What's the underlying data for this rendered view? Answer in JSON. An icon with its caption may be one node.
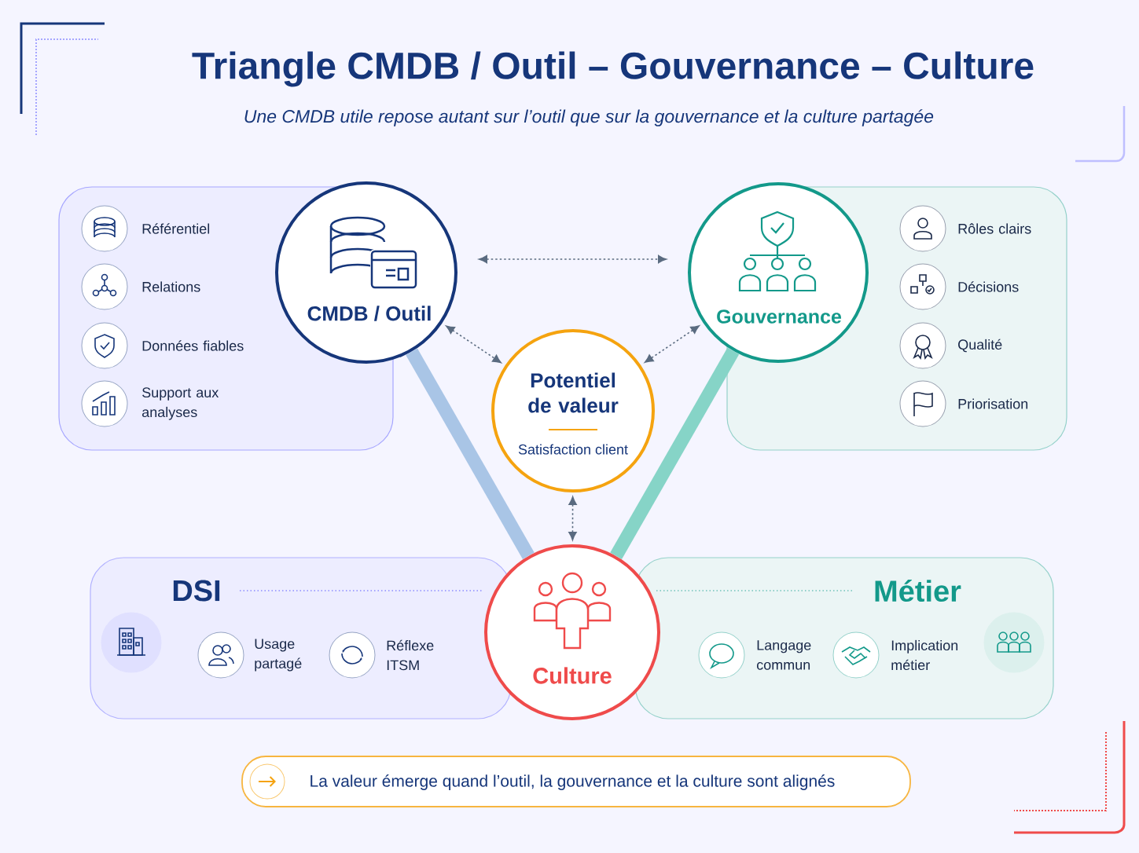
{
  "diagram": {
    "title": "Triangle CMDB / Outil – Gouvernance – Culture",
    "caption": "Une CMDB utile repose autant sur l’outil que sur la gouvernance et la culture partagée",
    "nodes": [
      {
        "text": [
          "Référentiel",
          "Relations",
          "Données fiables",
          "Support aux analyses"
        ]
      },
      {
        "text": [
          "Rôles clairs",
          "Décisions",
          "Qualité",
          "Priorisation"
        ]
      },
      {
        "text": [
          "DSI",
          "Usage partagé",
          "Réflexe ITSM"
        ]
      },
      {
        "text": [
          "Métier",
          "Langage commun",
          "Implication métier"
        ]
      },
      {
        "text": [
          "CMDB / Outil"
        ]
      },
      {
        "text": [
          "Gouvernance"
        ]
      },
      {
        "text": [
          "Potentiel de valeur",
          "Satisfaction client"
        ]
      },
      {
        "text": [
          "Culture"
        ]
      },
      {
        "text": [
          "La valeur émerge quand l’outil, la gouvernance et la culture sont alignés"
        ]
      }
    ],
    "edges": [
      {
        "from": 4,
        "to": 5,
        "arrow": "both",
        "style": "dashed"
      },
      {
        "from": 4,
        "to": 6,
        "arrow": "both",
        "style": "dashed"
      },
      {
        "from": 5,
        "to": 6,
        "arrow": "both",
        "style": "dashed"
      },
      {
        "from": 6,
        "to": 7,
        "arrow": "both",
        "style": "dashed"
      },
      {
        "from": 4,
        "to": 7,
        "arrow": "none",
        "style": "thick",
        "color": "#a9c5e6"
      },
      {
        "from": 5,
        "to": 7,
        "arrow": "none",
        "style": "thick",
        "color": "#86d4c7"
      }
    ]
  }
}
